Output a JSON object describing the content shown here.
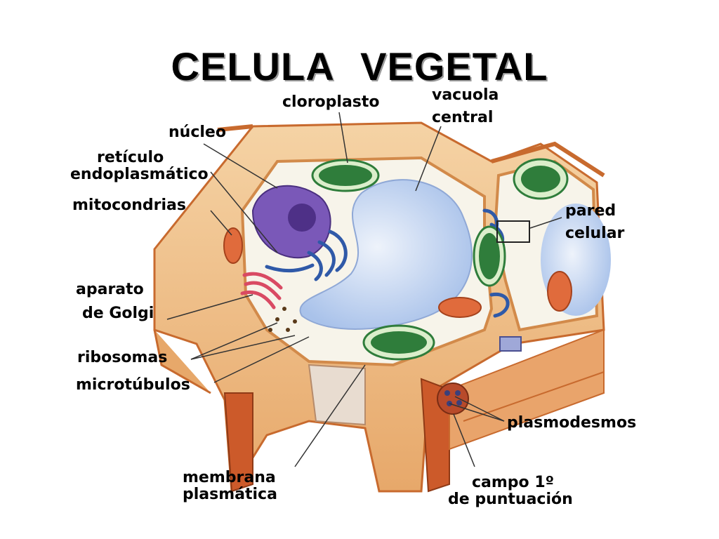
{
  "title": "CELULA   VEGETAL",
  "labels": {
    "cloroplasto": "cloroplasto",
    "vacuola_line1": "vacuola",
    "vacuola_line2": "central",
    "nucleo": "núcleo",
    "reticulo_line1": "retículo",
    "reticulo_line2": "endoplasmático",
    "mitocondrias": "mitocondrias",
    "pared_line1": "pared",
    "pared_line2": "celular",
    "golgi_line1": "aparato",
    "golgi_line2": "de Golgi",
    "ribosomas": "ribosomas",
    "microtubulos": "microtúbulos",
    "plasmodesmos": "plasmodesmos",
    "membrana_line1": "membrana",
    "membrana_line2": "plasmática",
    "campo_line1": "campo 1º",
    "campo_line2": "de puntuación"
  },
  "colors": {
    "cell_wall": "#f0c38e",
    "cell_wall_edge": "#c86a2e",
    "cytoplasm": "#f7f4ea",
    "vacuole": "#c9d9f3",
    "chloroplast": "#2f7d3b",
    "nucleus": "#6b4aa8",
    "mitochondria": "#e06b3c",
    "golgi": "#d94a63",
    "er": "#2f59a8"
  }
}
